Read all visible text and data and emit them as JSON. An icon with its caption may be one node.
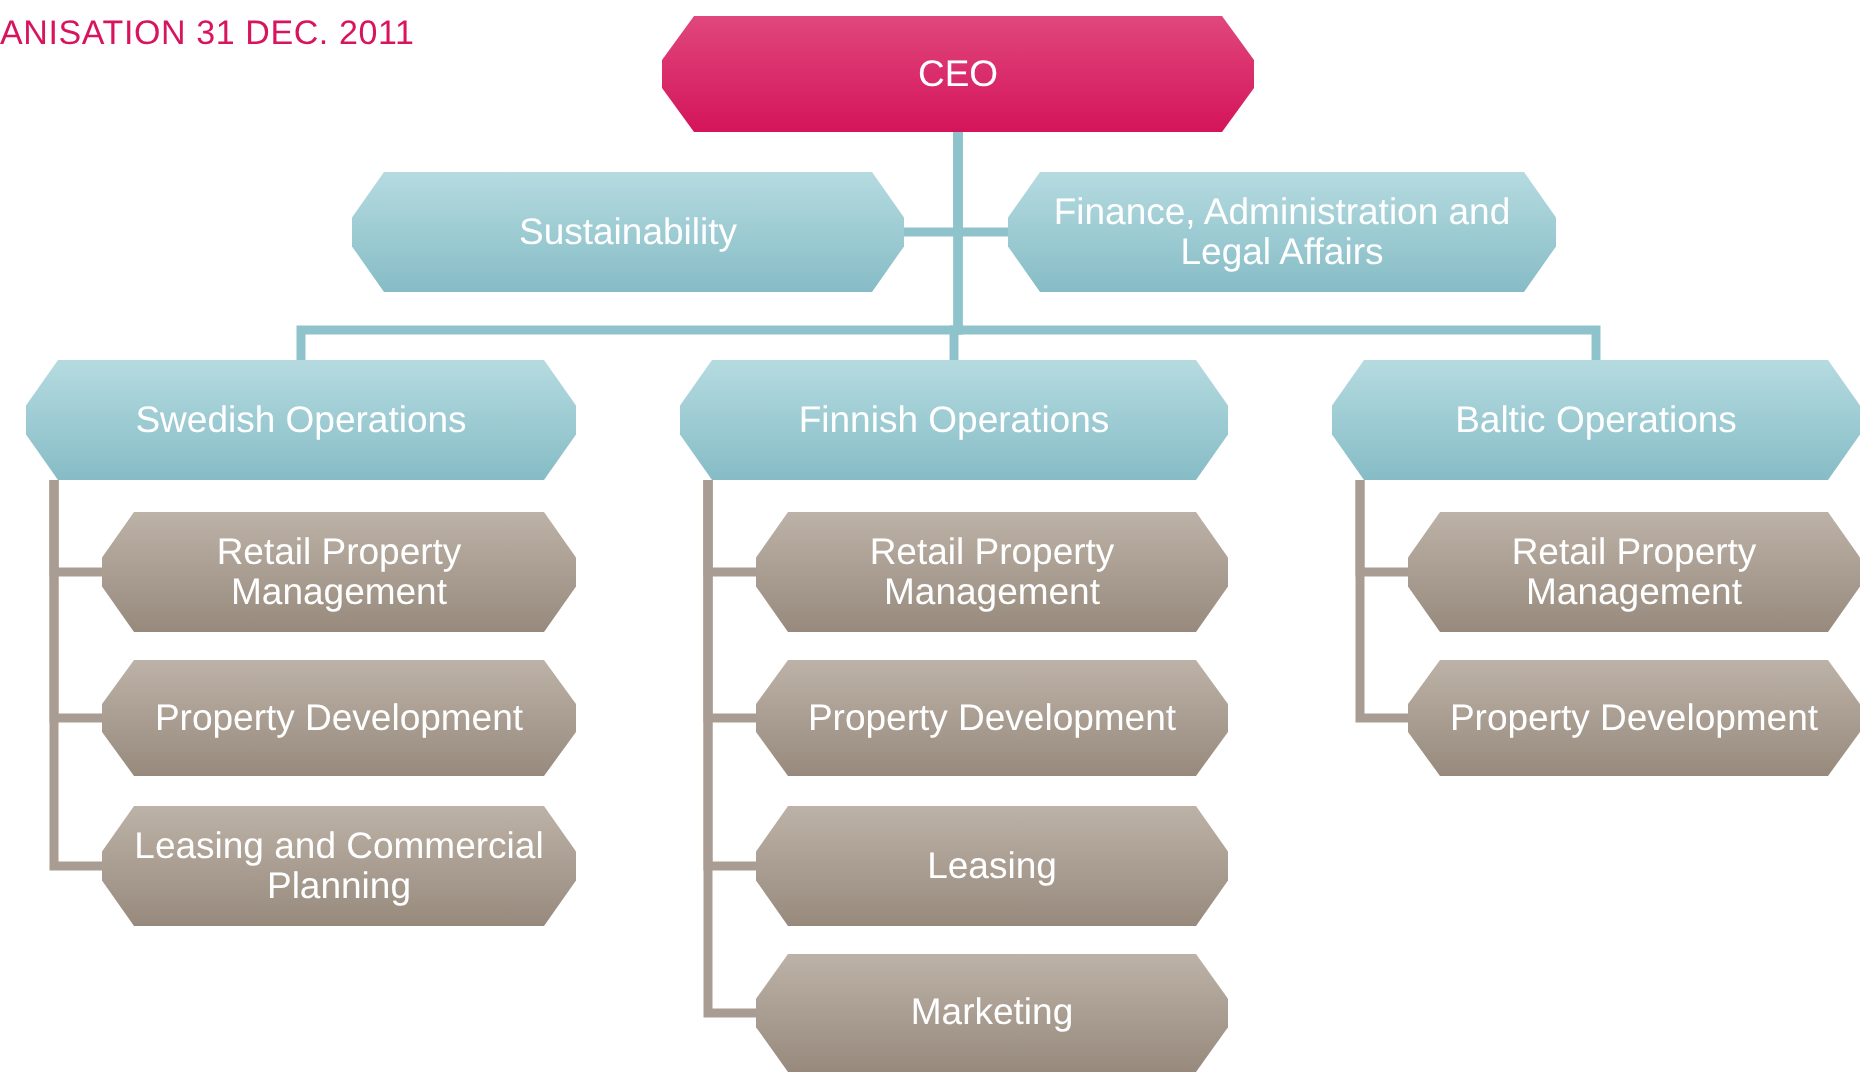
{
  "diagram": {
    "title": "ANISATION 31 DEC. 2011",
    "nodes": [
      {
        "text": [
          "CEO"
        ]
      },
      {
        "text": [
          "Sustainability"
        ]
      },
      {
        "text": [
          "Finance, Administration and Legal Affairs"
        ]
      },
      {
        "text": [
          "Swedish Operations"
        ]
      },
      {
        "text": [
          "Retail Property Management"
        ]
      },
      {
        "text": [
          "Property Development"
        ]
      },
      {
        "text": [
          "Leasing and Commercial Planning"
        ]
      },
      {
        "text": [
          "Finnish Operations"
        ]
      },
      {
        "text": [
          "Retail Property Management"
        ]
      },
      {
        "text": [
          "Property Development"
        ]
      },
      {
        "text": [
          "Leasing"
        ]
      },
      {
        "text": [
          "Marketing"
        ]
      },
      {
        "text": [
          "Baltic Operations"
        ]
      },
      {
        "text": [
          "Retail Property Management"
        ]
      },
      {
        "text": [
          "Property Development"
        ]
      }
    ],
    "edges": [
      {
        "from": 0,
        "to": 1,
        "arrow": "none",
        "color": "#8fc3cc"
      },
      {
        "from": 0,
        "to": 2,
        "arrow": "none",
        "color": "#8fc3cc"
      },
      {
        "from": 0,
        "to": 3,
        "arrow": "none",
        "color": "#8fc3cc"
      },
      {
        "from": 0,
        "to": 7,
        "arrow": "none",
        "color": "#8fc3cc"
      },
      {
        "from": 0,
        "to": 12,
        "arrow": "none",
        "color": "#8fc3cc"
      },
      {
        "from": 3,
        "to": 4,
        "arrow": "none"
      },
      {
        "from": 3,
        "to": 5,
        "arrow": "none"
      },
      {
        "from": 3,
        "to": 6,
        "arrow": "none"
      },
      {
        "from": 7,
        "to": 8,
        "arrow": "none"
      },
      {
        "from": 7,
        "to": 9,
        "arrow": "none"
      },
      {
        "from": 7,
        "to": 10,
        "arrow": "none"
      },
      {
        "from": 7,
        "to": 11,
        "arrow": "none"
      },
      {
        "from": 12,
        "to": 13,
        "arrow": "none"
      },
      {
        "from": 12,
        "to": 14,
        "arrow": "none"
      }
    ]
  }
}
